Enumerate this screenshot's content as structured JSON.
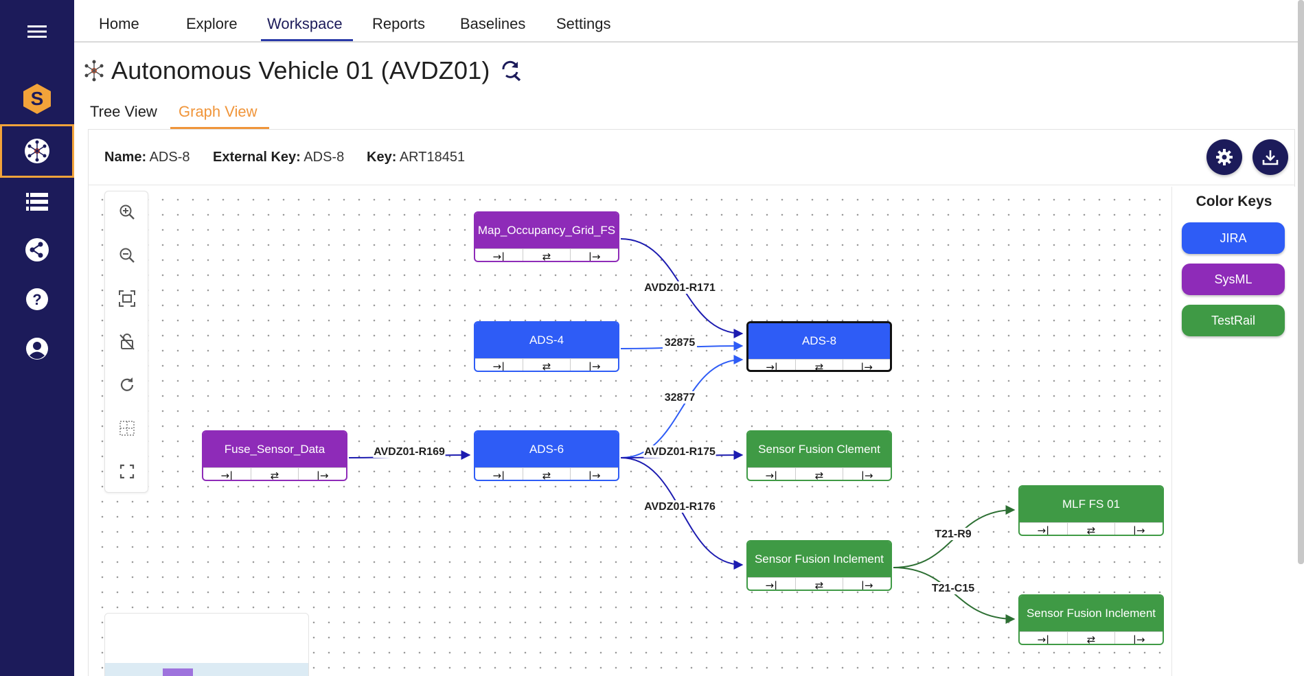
{
  "nav": {
    "items": [
      "Home",
      "Explore",
      "Workspace",
      "Reports",
      "Baselines",
      "Settings"
    ],
    "active": "Workspace"
  },
  "page": {
    "title": "Autonomous Vehicle 01 (AVDZ01)"
  },
  "view_tabs": {
    "tree": "Tree View",
    "graph": "Graph View",
    "active": "Graph View"
  },
  "info": {
    "name_label": "Name:",
    "name_value": "ADS-8",
    "external_key_label": "External Key:",
    "external_key_value": "ADS-8",
    "key_label": "Key:",
    "key_value": "ART18451"
  },
  "toolbar": [
    "zoom-in-icon",
    "zoom-out-icon",
    "fit-view-icon",
    "lock-icon",
    "refresh-icon",
    "grid-icon",
    "fullscreen-icon"
  ],
  "sidebar": [
    "menu-icon",
    "logo-icon",
    "graph-workspace-icon",
    "list-icon",
    "share-icon",
    "help-icon",
    "user-icon"
  ],
  "color_keys": {
    "title": "Color Keys",
    "items": [
      {
        "label": "JIRA",
        "color": "#2e5cf6"
      },
      {
        "label": "SysML",
        "color": "#8e2bb8"
      },
      {
        "label": "TestRail",
        "color": "#3f9a45"
      }
    ]
  },
  "graph": {
    "node_actions": [
      "→|",
      "⇄",
      "|→"
    ],
    "nodes": [
      {
        "id": "map",
        "label": "Map_Occupancy_Grid_FS",
        "type": "sysml"
      },
      {
        "id": "ads4",
        "label": "ADS-4",
        "type": "jira"
      },
      {
        "id": "ads8",
        "label": "ADS-8",
        "type": "jira",
        "selected": true
      },
      {
        "id": "fuse",
        "label": "Fuse_Sensor_Data",
        "type": "sysml"
      },
      {
        "id": "ads6",
        "label": "ADS-6",
        "type": "jira"
      },
      {
        "id": "sfc",
        "label": "Sensor Fusion Clement",
        "type": "testrail"
      },
      {
        "id": "sfi1",
        "label": "Sensor Fusion Inclement",
        "type": "testrail"
      },
      {
        "id": "mlf",
        "label": "MLF FS 01",
        "type": "testrail"
      },
      {
        "id": "sfi2",
        "label": "Sensor Fusion Inclement",
        "type": "testrail"
      }
    ],
    "edges": [
      {
        "from": "map",
        "to": "ads8",
        "label": "AVDZ01-R171"
      },
      {
        "from": "ads4",
        "to": "ads8",
        "label": "32875"
      },
      {
        "from": "ads6",
        "to": "ads8",
        "label": "32877"
      },
      {
        "from": "fuse",
        "to": "ads6",
        "label": "AVDZ01-R169"
      },
      {
        "from": "ads6",
        "to": "sfc",
        "label": "AVDZ01-R175"
      },
      {
        "from": "ads6",
        "to": "sfi1",
        "label": "AVDZ01-R176"
      },
      {
        "from": "sfi1",
        "to": "mlf",
        "label": "T21-R9"
      },
      {
        "from": "sfi1",
        "to": "sfi2",
        "label": "T21-C15"
      }
    ]
  }
}
